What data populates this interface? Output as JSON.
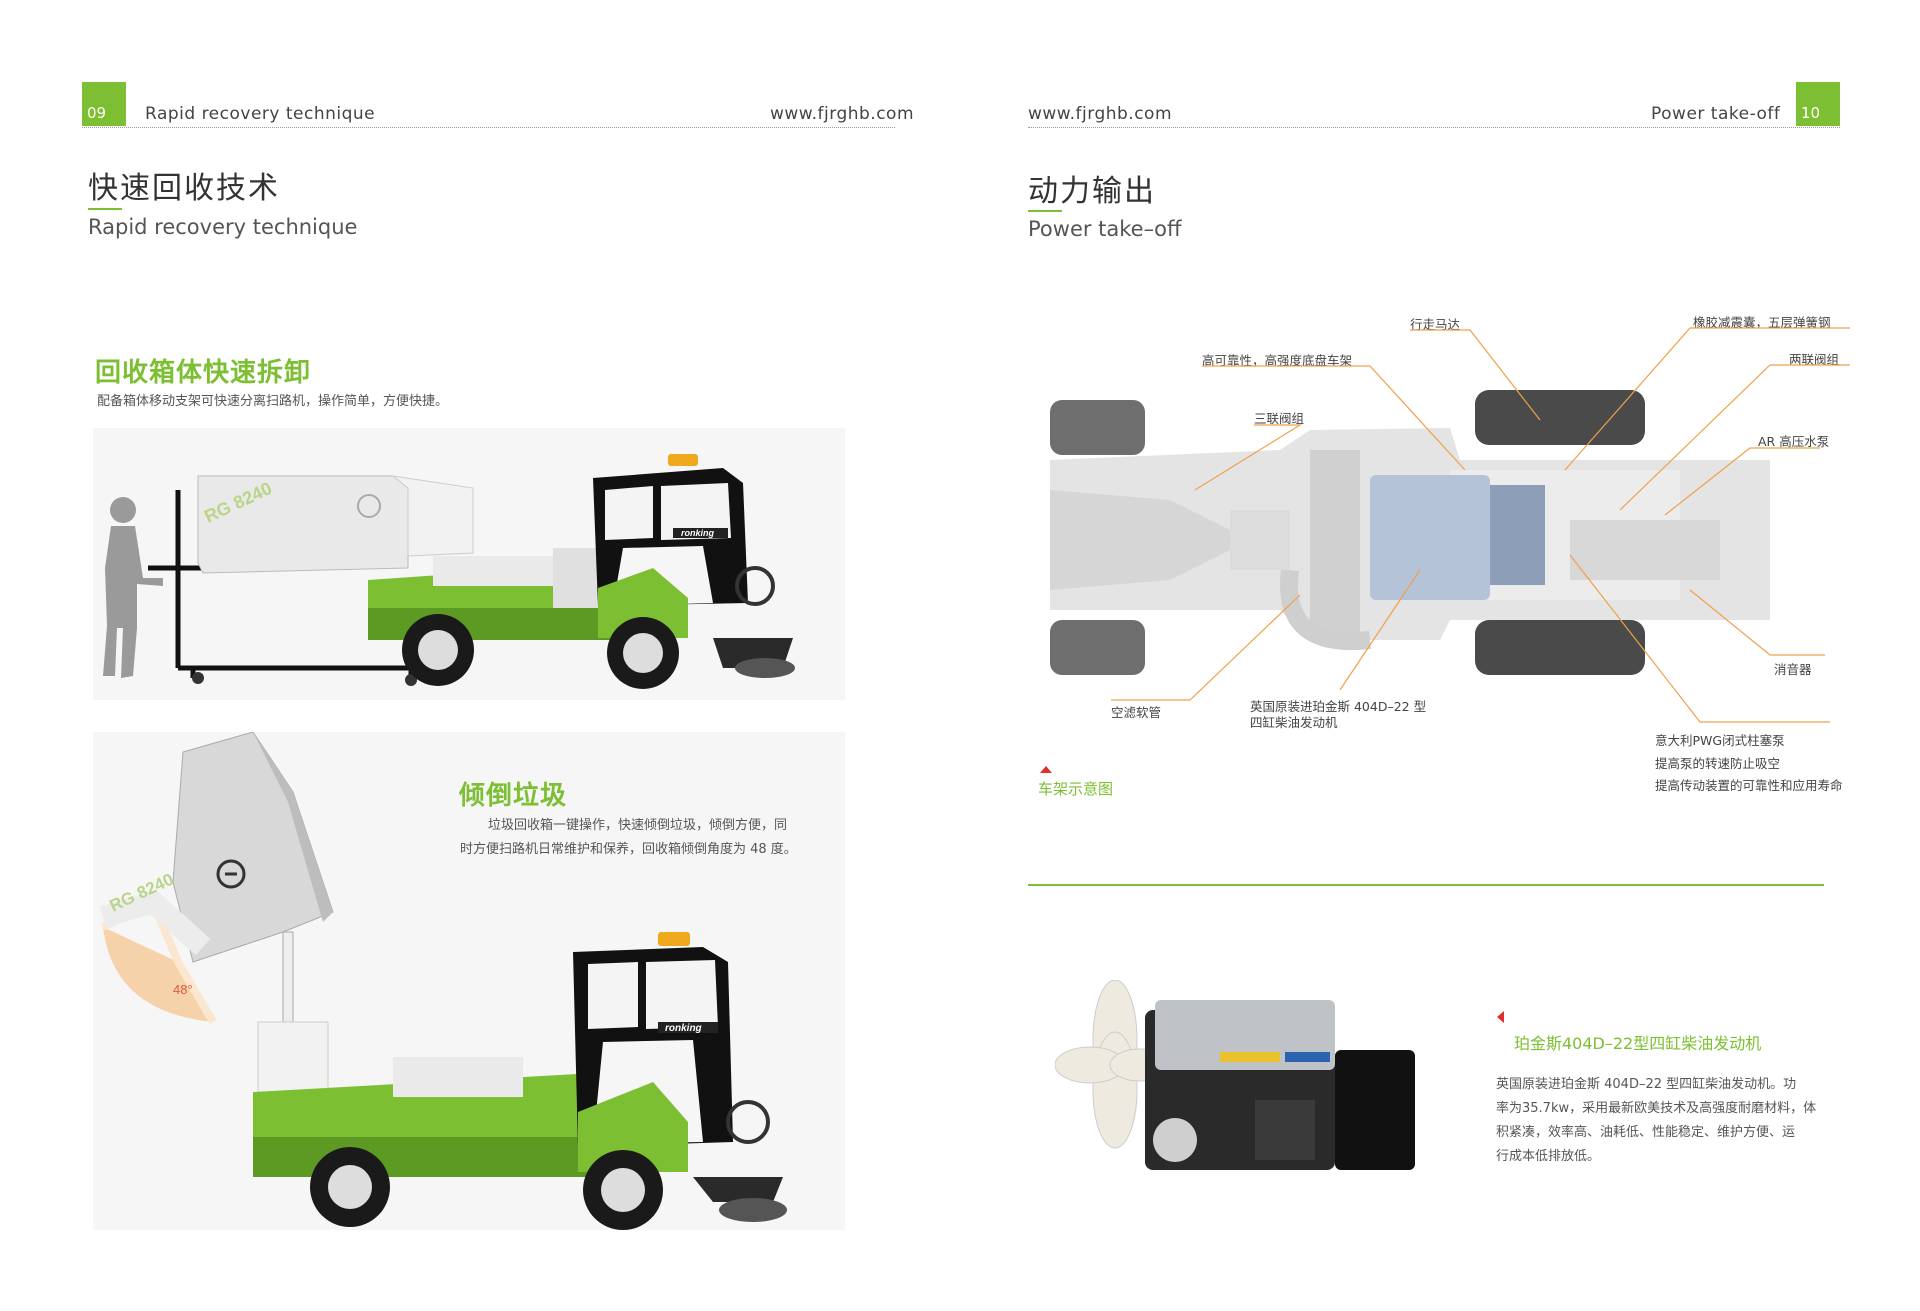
{
  "left_page": {
    "page_number": "09",
    "header_title": "Rapid recovery technique",
    "header_url": "www.fjrghb.com",
    "title_cn": "快速回收技术",
    "title_en": "Rapid recovery technique",
    "section1": {
      "heading": "回收箱体快速拆卸",
      "text": "配备箱体移动支架可快速分离扫路机，操作简单，方便快捷。"
    },
    "section2": {
      "heading": "倾倒垃圾",
      "text_line1": "垃圾回收箱一键操作，快速倾倒垃圾，倾倒方便，同",
      "text_line2": "时方便扫路机日常维护和保养，回收箱倾倒角度为 48 度。",
      "angle_label": "48°"
    },
    "vehicle_brand": "ronking",
    "hopper_model": "RG 8240"
  },
  "right_page": {
    "page_number": "10",
    "header_title": "Power take-off",
    "header_url": "www.fjrghb.com",
    "title_cn": "动力输出",
    "title_en": "Power take–off",
    "chassis_callouts": {
      "travel_motor": "行走马达",
      "rubber_spring": "橡胶减震囊，五层弹簧钢",
      "chassis_frame": "高可靠性，高强度底盘车架",
      "double_valve": "两联阀组",
      "triple_valve": "三联阀组",
      "water_pump": "AR 高压水泵",
      "muffler": "消音器",
      "air_hose": "空滤软管",
      "engine_line1": "英国原装进珀金斯 404D–22 型",
      "engine_line2": "四缸柴油发动机",
      "pump_line1": "意大利PWG闭式柱塞泵",
      "pump_line2": "提高泵的转速防止吸空",
      "pump_line3": "提高传动装置的可靠性和应用寿命"
    },
    "chassis_caption": "车架示意图",
    "engine_section": {
      "heading": "珀金斯404D–22型四缸柴油发动机",
      "line1": "英国原装进珀金斯 404D–22 型四缸柴油发动机。功",
      "line2": "率为35.7kw，采用最新欧美技术及高强度耐磨材料，体",
      "line3": "积紧凑，效率高、油耗低、性能稳定、维护方便、运",
      "line4": "行成本低排放低。"
    }
  },
  "colors": {
    "accent_green": "#7cbf32",
    "callout_orange": "#f0a04b",
    "caption_green": "#7cbf32"
  }
}
